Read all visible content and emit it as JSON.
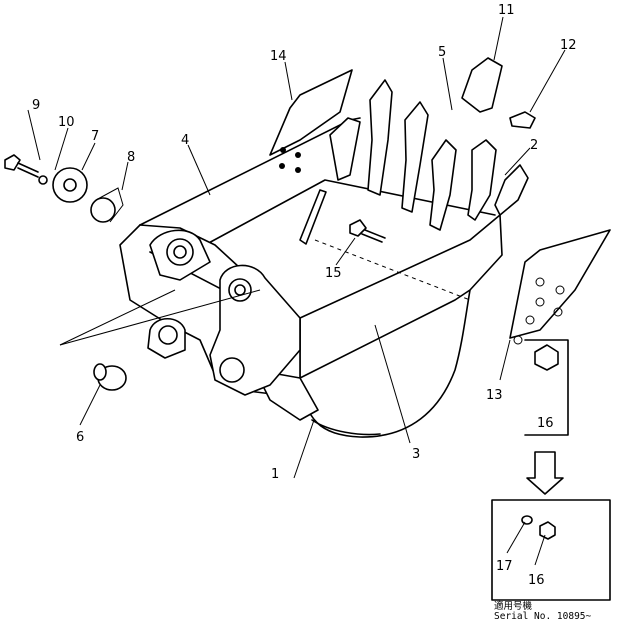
{
  "part_numbers": [
    "1",
    "2",
    "3",
    "4",
    "5",
    "6",
    "7",
    "8",
    "9",
    "10",
    "11",
    "12",
    "13",
    "14",
    "15",
    "16",
    "17"
  ],
  "inset": {
    "numbers": [
      "17",
      "16"
    ],
    "serial_heading": "適用号機",
    "serial_text": "Serial  No. 10895~"
  }
}
